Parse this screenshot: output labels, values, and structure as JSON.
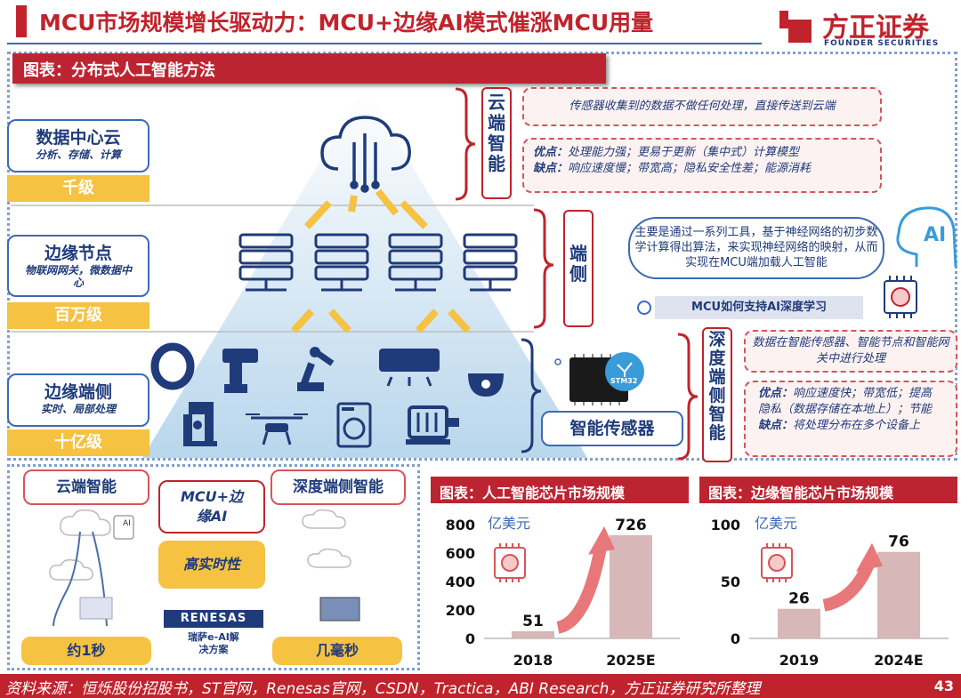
{
  "header": {
    "title": "MCU市场规模增长驱动力：MCU+边缘AI模式催涨MCU用量",
    "logo_name": "方正证券",
    "logo_sub": "FOUNDER SECURITIES"
  },
  "figure_banner": "图表：分布式人工智能方法",
  "levels": [
    {
      "title": "数据中心云",
      "sub": "分析、存储、计算",
      "tag": "千级"
    },
    {
      "title": "边缘节点",
      "sub": "物联网网关，微数据中心",
      "tag": "百万级"
    },
    {
      "title": "边缘端侧",
      "sub": "实时、局部处理",
      "tag": "十亿级"
    }
  ],
  "side_labels": {
    "cloud": "云端智能",
    "edge": "端侧",
    "deep": "深度端侧智能"
  },
  "cloud_notes": {
    "line1": "传感器收集到的数据不做任何处理，直接传送到云端",
    "pros_label": "优点：",
    "pros": "处理能力强；更易于更新（集中式）计算模型",
    "cons_label": "缺点：",
    "cons": "响应速度慢；带宽高；隐私安全性差；能源消耗"
  },
  "edge_note": "主要是通过一系列工具，基于神经网络的初步数学计算得出算法，来实现神经网络的映射，从而实现在MCU端加载人工智能",
  "ai_badge": "AI",
  "mcu_pill": "MCU如何支持AI深度学习",
  "stm_label": "STM32",
  "sensor_label": "智能传感器",
  "deep_notes": {
    "line1": "数据在智能传感器、智能节点和智能网关中进行处理",
    "pros_label": "优点：",
    "pros": "响应速度快；带宽低；提高隐私（数据存储在本地上）；节能",
    "cons_label": "缺点：",
    "cons": "将处理分布在多个设备上"
  },
  "bottom_left": {
    "cloud_title": "云端智能",
    "deep_title": "深度端侧智能",
    "mcu_label": "MCU+边缘AI",
    "realtime_label": "高实时性",
    "renesas_logo": "RENESAS",
    "renesas_sub": "瑞萨e-AI解决方案",
    "cloud_time": "约1秒",
    "deep_time": "几毫秒",
    "server_label": "AI"
  },
  "chart_data": [
    {
      "type": "bar",
      "title": "图表：人工智能芯片市场规模",
      "unit": "亿美元",
      "categories": [
        "2018",
        "2025E"
      ],
      "values": [
        51,
        726
      ],
      "ylim": [
        0,
        800
      ],
      "yticks": [
        0,
        200,
        400,
        600,
        800
      ],
      "color": "#d7b7b7"
    },
    {
      "type": "bar",
      "title": "图表：边缘智能芯片市场规模",
      "unit": "亿美元",
      "categories": [
        "2019",
        "2024E"
      ],
      "values": [
        26,
        76
      ],
      "ylim": [
        0,
        100
      ],
      "yticks": [
        0,
        50,
        100
      ],
      "color": "#d7b7b7"
    }
  ],
  "footer": {
    "source": "资料来源：恒烁股份招股书，ST官网，Renesas官网，CSDN，Tractica，ABI Research，方正证券研究所整理",
    "page": "43"
  },
  "colors": {
    "brand_red": "#c0232c",
    "navy": "#1f3b7a",
    "blue": "#3b6ab5",
    "yellow": "#f5c242",
    "bar": "#d7b7b7",
    "arrow": "#e8777a"
  }
}
